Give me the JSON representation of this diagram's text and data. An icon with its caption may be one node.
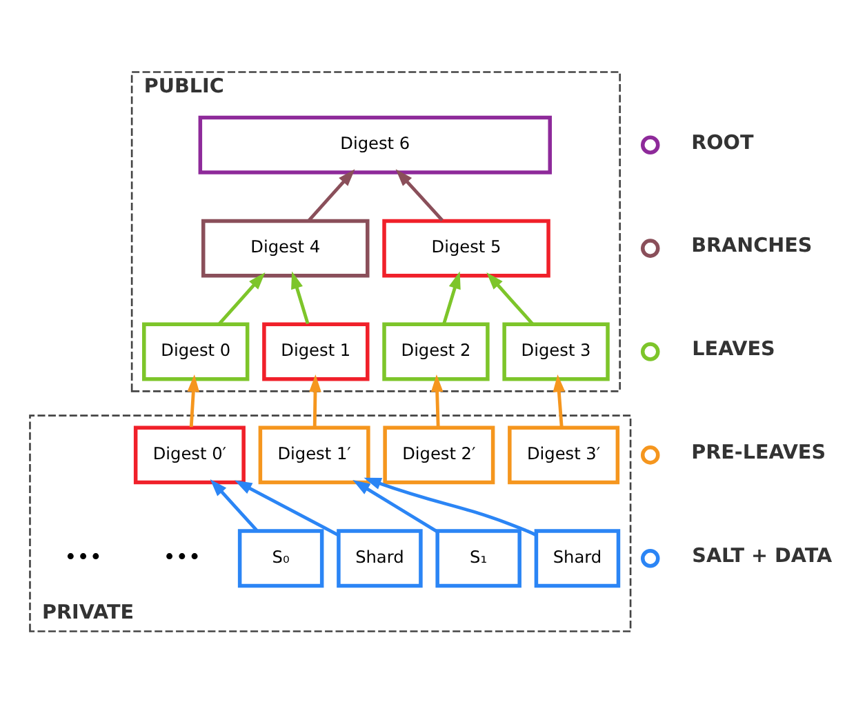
{
  "diagram": {
    "nodes": [
      {
        "text": [
          "PUBLIC"
        ]
      },
      {
        "text": [
          "Digest 6"
        ],
        "in": 0
      },
      {
        "text": [
          "Digest 4"
        ],
        "in": 0
      },
      {
        "text": [
          "Digest 5"
        ],
        "in": 0
      },
      {
        "text": [
          "Digest 0"
        ],
        "in": 0
      },
      {
        "text": [
          "Digest 1"
        ],
        "in": 0
      },
      {
        "text": [
          "Digest 2"
        ],
        "in": 0
      },
      {
        "text": [
          "Digest 3"
        ],
        "in": 0
      },
      {
        "text": [
          "PRIVATE"
        ]
      },
      {
        "text": [
          "Digest 0′"
        ],
        "in": 8
      },
      {
        "text": [
          "Digest 1′"
        ],
        "in": 8
      },
      {
        "text": [
          "Digest 2′"
        ],
        "in": 8
      },
      {
        "text": [
          "Digest 3′"
        ],
        "in": 8
      },
      {
        "text": [
          "S₀"
        ],
        "in": 8
      },
      {
        "text": [
          "Shard"
        ],
        "in": 8
      },
      {
        "text": [
          "S₁"
        ],
        "in": 8
      },
      {
        "text": [
          "Shard"
        ],
        "in": 8
      }
    ],
    "edges": [
      {
        "from": 2,
        "to": 1,
        "arrow": "to",
        "color": "#8a4f5a"
      },
      {
        "from": 3,
        "to": 1,
        "arrow": "to",
        "color": "#8a4f5a"
      },
      {
        "from": 4,
        "to": 2,
        "arrow": "to",
        "color": "#7dc52a"
      },
      {
        "from": 5,
        "to": 2,
        "arrow": "to",
        "color": "#7dc52a"
      },
      {
        "from": 6,
        "to": 3,
        "arrow": "to",
        "color": "#7dc52a"
      },
      {
        "from": 7,
        "to": 3,
        "arrow": "to",
        "color": "#7dc52a"
      },
      {
        "from": 9,
        "to": 4,
        "arrow": "to",
        "color": "#f5961e"
      },
      {
        "from": 10,
        "to": 5,
        "arrow": "to",
        "color": "#f5961e"
      },
      {
        "from": 11,
        "to": 6,
        "arrow": "to",
        "color": "#f5961e"
      },
      {
        "from": 12,
        "to": 7,
        "arrow": "to",
        "color": "#f5961e"
      },
      {
        "from": 13,
        "to": 9,
        "arrow": "to",
        "color": "#2b85f5"
      },
      {
        "from": 14,
        "to": 9,
        "arrow": "to",
        "color": "#2b85f5"
      },
      {
        "from": 15,
        "to": 10,
        "arrow": "to",
        "color": "#2b85f5"
      },
      {
        "from": 16,
        "to": 10,
        "arrow": "to",
        "color": "#2b85f5"
      }
    ],
    "labels": [
      "•••",
      "•••"
    ],
    "legend": [
      {
        "text": "ROOT",
        "color": "#8e2a9a"
      },
      {
        "text": "BRANCHES",
        "color": "#8a4f5a"
      },
      {
        "text": "LEAVES",
        "color": "#7dc52a"
      },
      {
        "text": "PRE-LEAVES",
        "color": "#f5961e"
      },
      {
        "text": "SALT + DATA",
        "color": "#2b85f5"
      }
    ]
  }
}
